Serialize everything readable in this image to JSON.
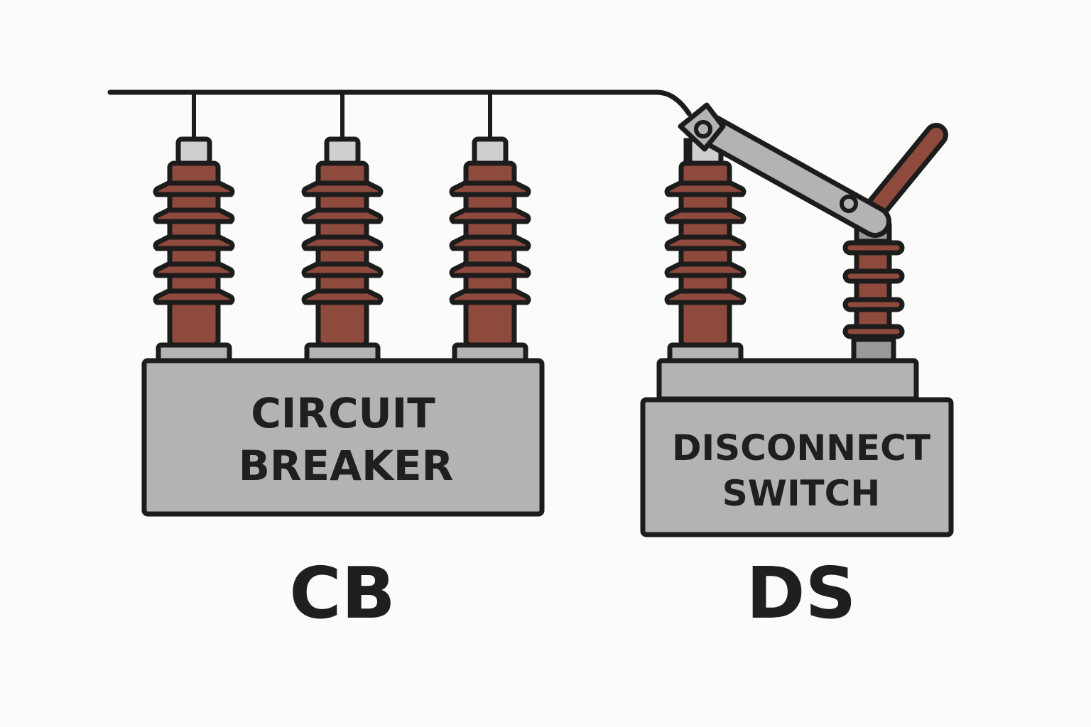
{
  "diagram": {
    "circuit_breaker": {
      "box_label_line1": "CIRCUIT",
      "box_label_line2": "BREAKER",
      "abbreviation": "CB",
      "insulator_count": 3
    },
    "disconnect_switch": {
      "box_label_line1": "DISCONNECT",
      "box_label_line2": "SWITCH",
      "abbreviation": "DS",
      "state": "open"
    },
    "colors": {
      "insulator": "#8e4a3c",
      "metal": "#b3b3b3",
      "cap": "#cfcfcf",
      "outline": "#1c1c1c",
      "background": "#fbfbf9"
    }
  }
}
